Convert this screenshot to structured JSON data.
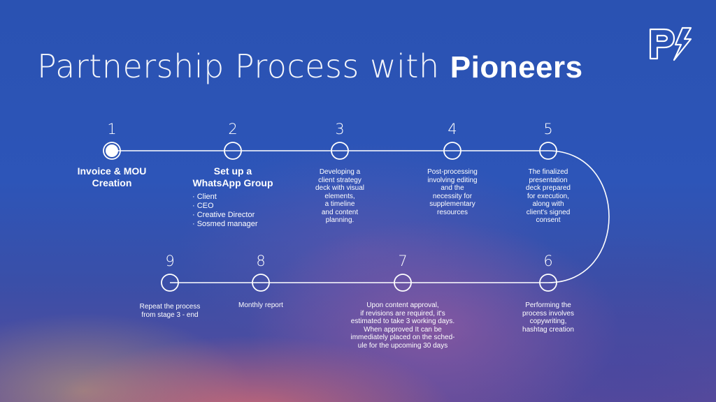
{
  "title": {
    "light": "Partnership Process with",
    "bold": "Pioneers"
  },
  "steps": [
    {
      "num": "1",
      "text": "Invoice & MOU\nCreation"
    },
    {
      "num": "2",
      "text": "Set up a\nWhatsApp Group",
      "items": [
        "· Client",
        "· CEO",
        "· Creative Director",
        "· Sosmed manager"
      ]
    },
    {
      "num": "3",
      "text": "Developing a\nclient strategy\ndeck with visual\nelements,\na timeline\nand content\nplanning."
    },
    {
      "num": "4",
      "text": "Post-processing\ninvolving editing\nand the\nnecessity for\nsupplementary\nresources"
    },
    {
      "num": "5",
      "text": "The finalized\npresentation\ndeck prepared\nfor execution,\nalong with\nclient's signed\nconsent"
    },
    {
      "num": "6",
      "text": "Performing the\nprocess involves\ncopywriting,\nhashtag creation"
    },
    {
      "num": "7",
      "text": "Upon content approval,\nif revisions are required, it's\nestimated to take 3 working days.\nWhen approved It can be\nimmediately placed on the sched-\nule for the upcoming 30 days"
    },
    {
      "num": "8",
      "text": "Monthly report"
    },
    {
      "num": "9",
      "text": "Repeat the process\nfrom stage 3 - end"
    }
  ],
  "colors": {
    "line": "#ffffff",
    "active_fill": "#ffffff"
  }
}
